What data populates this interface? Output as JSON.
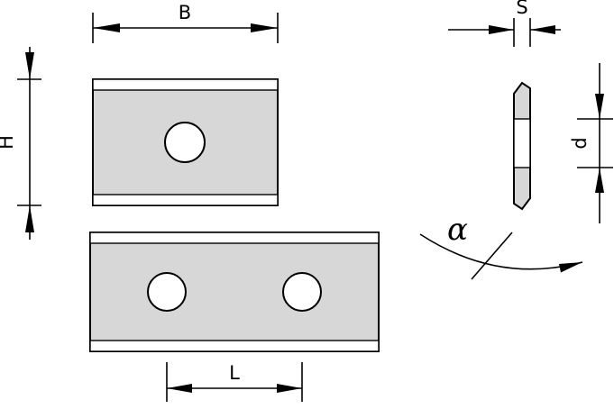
{
  "dimension_labels": {
    "width": "B",
    "height": "H",
    "hole_spacing": "L",
    "thickness": "S",
    "hole_diameter": "d",
    "bevel_angle": "α"
  },
  "colors": {
    "background": "#ffffff",
    "outline": "#000000",
    "insert_body": "#d7d7d7",
    "bevel_strip": "#ffffff",
    "hole": "#ffffff"
  }
}
